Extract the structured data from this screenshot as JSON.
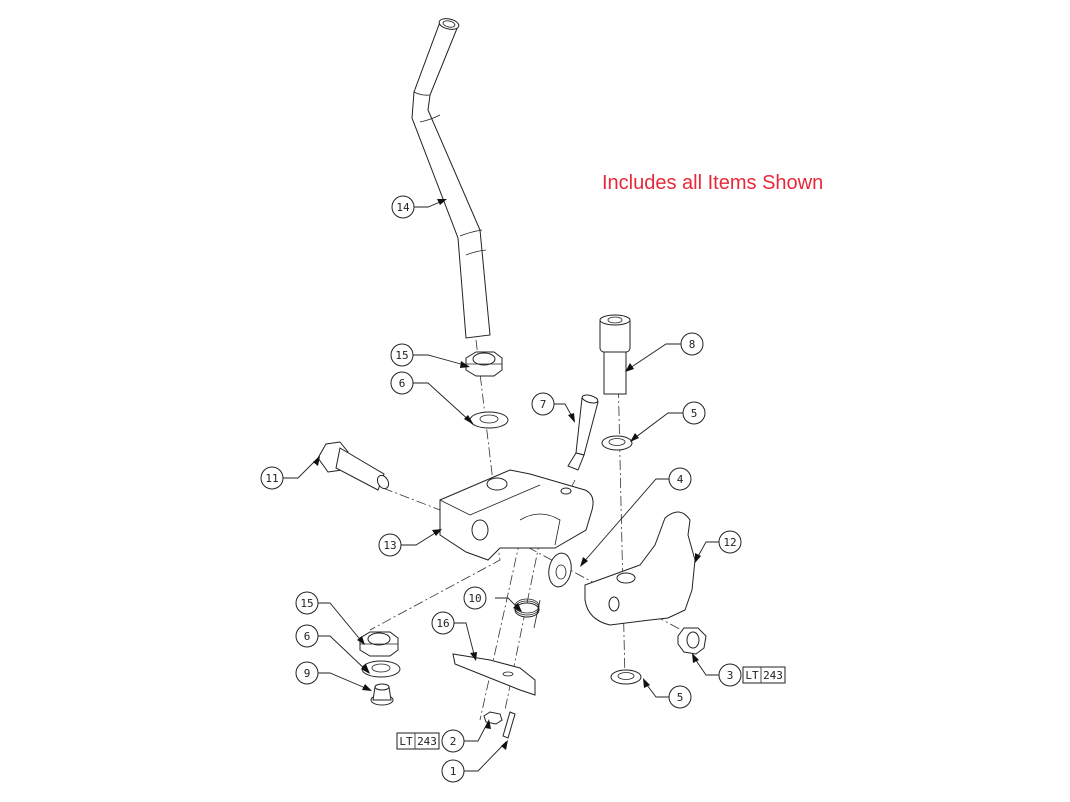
{
  "note": "Includes all Items Shown",
  "colors": {
    "note": "#e8283a",
    "line": "#222222",
    "background": "#ffffff"
  },
  "callouts": [
    {
      "id": "14",
      "label": "14"
    },
    {
      "id": "15a",
      "label": "15"
    },
    {
      "id": "6a",
      "label": "6"
    },
    {
      "id": "8",
      "label": "8"
    },
    {
      "id": "7",
      "label": "7"
    },
    {
      "id": "5a",
      "label": "5"
    },
    {
      "id": "11",
      "label": "11"
    },
    {
      "id": "4",
      "label": "4"
    },
    {
      "id": "13",
      "label": "13"
    },
    {
      "id": "12",
      "label": "12"
    },
    {
      "id": "15b",
      "label": "15"
    },
    {
      "id": "10",
      "label": "10"
    },
    {
      "id": "16",
      "label": "16"
    },
    {
      "id": "6b",
      "label": "6"
    },
    {
      "id": "9",
      "label": "9"
    },
    {
      "id": "3",
      "label": "3"
    },
    {
      "id": "5b",
      "label": "5"
    },
    {
      "id": "2",
      "label": "2"
    },
    {
      "id": "1",
      "label": "1"
    }
  ],
  "threadlocker_tags": [
    {
      "for": "3",
      "prefix": "LT",
      "code": "243"
    },
    {
      "for": "2",
      "prefix": "LT",
      "code": "243"
    }
  ]
}
